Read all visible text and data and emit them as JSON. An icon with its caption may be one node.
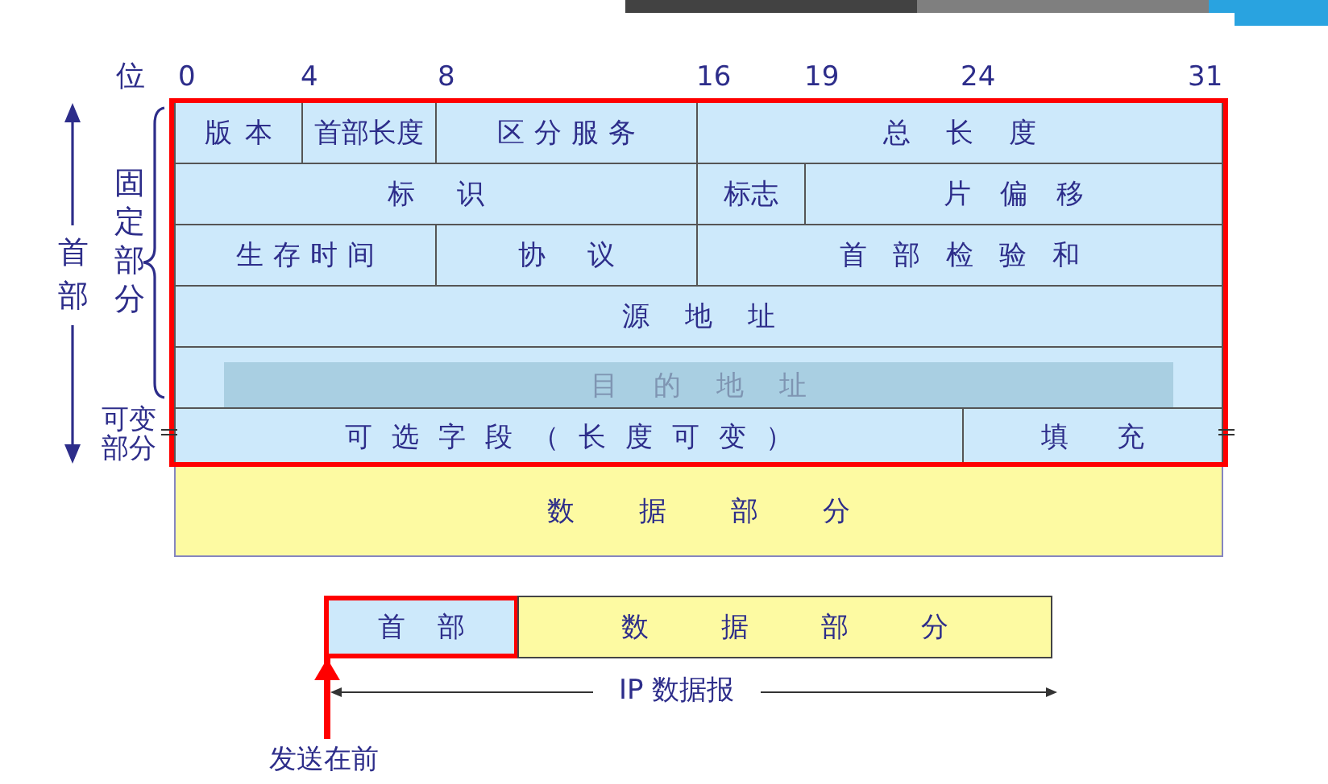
{
  "diagram": {
    "nodes": [
      {
        "text": [
          "版本"
        ]
      },
      {
        "text": [
          "首部长度"
        ]
      },
      {
        "text": [
          "区分服务"
        ]
      },
      {
        "text": [
          "总长度"
        ]
      },
      {
        "text": [
          "标识"
        ]
      },
      {
        "text": [
          "标志"
        ]
      },
      {
        "text": [
          "片偏移"
        ]
      },
      {
        "text": [
          "生存时间"
        ]
      },
      {
        "text": [
          "协议"
        ]
      },
      {
        "text": [
          "首部检验和"
        ]
      },
      {
        "text": [
          "源地址"
        ]
      },
      {
        "text": [
          "目的地址"
        ]
      },
      {
        "text": [
          "可选字段（长度可变）"
        ]
      },
      {
        "text": [
          "填充"
        ]
      },
      {
        "text": [
          "数据部分"
        ]
      },
      {
        "text": [
          "首部"
        ]
      },
      {
        "text": [
          "数据部分"
        ]
      },
      {
        "text": [
          "发送在前"
        ]
      }
    ],
    "edges": [
      {
        "from": 17,
        "to": 15,
        "arrow": "to",
        "color": "#ff0000"
      }
    ],
    "labels": [
      "位",
      "0",
      "4",
      "8",
      "16",
      "19",
      "24",
      "31",
      "首部",
      "固定部分",
      "可变部分",
      "IP 数据报"
    ]
  }
}
